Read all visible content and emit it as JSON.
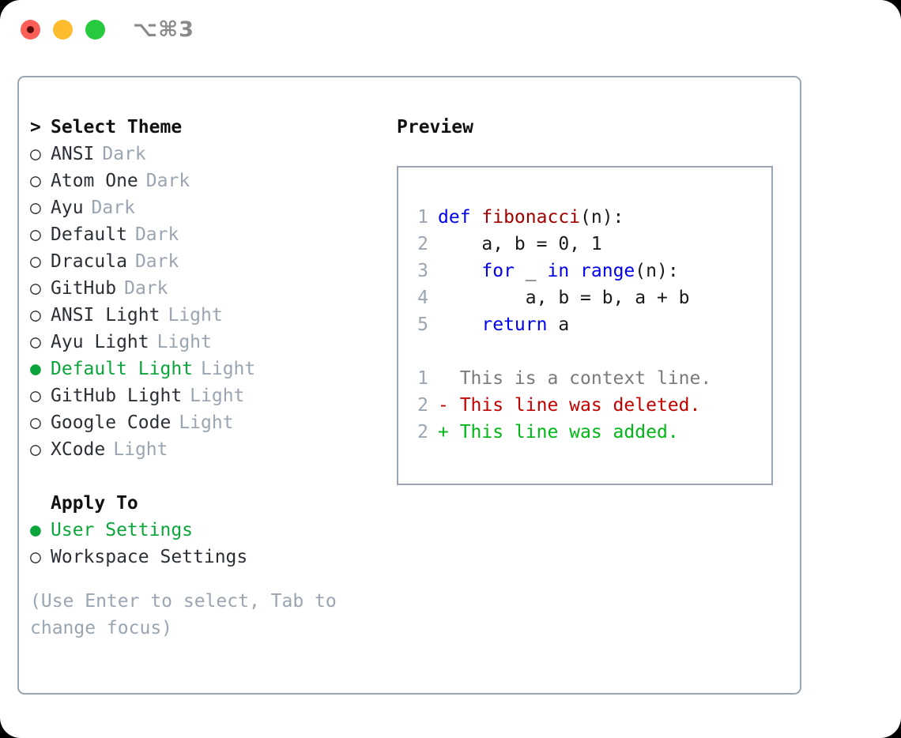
{
  "window": {
    "title": "⌥⌘3",
    "controls": [
      {
        "name": "close",
        "color": "#fb5f57"
      },
      {
        "name": "minimize",
        "color": "#fdbc2e"
      },
      {
        "name": "maximize",
        "color": "#27c93f"
      }
    ]
  },
  "theme_picker": {
    "heading": "Select Theme",
    "caret": ">",
    "bullet_unselected": "○",
    "bullet_selected": "●",
    "items": [
      {
        "label": "ANSI",
        "badge": "Dark",
        "selected": false
      },
      {
        "label": "Atom One",
        "badge": "Dark",
        "selected": false
      },
      {
        "label": "Ayu",
        "badge": "Dark",
        "selected": false
      },
      {
        "label": "Default",
        "badge": "Dark",
        "selected": false
      },
      {
        "label": "Dracula",
        "badge": "Dark",
        "selected": false
      },
      {
        "label": "GitHub",
        "badge": "Dark",
        "selected": false
      },
      {
        "label": "ANSI Light",
        "badge": "Light",
        "selected": false
      },
      {
        "label": "Ayu Light",
        "badge": "Light",
        "selected": false
      },
      {
        "label": "Default Light",
        "badge": "Light",
        "selected": true
      },
      {
        "label": "GitHub Light",
        "badge": "Light",
        "selected": false
      },
      {
        "label": "Google Code",
        "badge": "Light",
        "selected": false
      },
      {
        "label": "XCode",
        "badge": "Light",
        "selected": false
      }
    ]
  },
  "apply_to": {
    "heading": "Apply To",
    "items": [
      {
        "label": "User Settings",
        "selected": true
      },
      {
        "label": "Workspace Settings",
        "selected": false
      }
    ]
  },
  "hint": "(Use Enter to select, Tab to change focus)",
  "preview": {
    "title": "Preview",
    "code_lines": [
      {
        "no": "1",
        "tokens": [
          {
            "t": "def ",
            "c": "kw"
          },
          {
            "t": "fibonacci",
            "c": "fn"
          },
          {
            "t": "(n):",
            "c": "plain"
          }
        ]
      },
      {
        "no": "2",
        "tokens": [
          {
            "t": "    a, b = 0, 1",
            "c": "plain"
          }
        ]
      },
      {
        "no": "3",
        "tokens": [
          {
            "t": "    ",
            "c": "plain"
          },
          {
            "t": "for",
            "c": "kw"
          },
          {
            "t": " _ ",
            "c": "plain"
          },
          {
            "t": "in",
            "c": "kw"
          },
          {
            "t": " ",
            "c": "plain"
          },
          {
            "t": "range",
            "c": "kw"
          },
          {
            "t": "(n):",
            "c": "plain"
          }
        ]
      },
      {
        "no": "4",
        "tokens": [
          {
            "t": "        a, b = b, a + b",
            "c": "plain"
          }
        ]
      },
      {
        "no": "5",
        "tokens": [
          {
            "t": "    ",
            "c": "plain"
          },
          {
            "t": "return",
            "c": "kw"
          },
          {
            "t": " a",
            "c": "plain"
          }
        ]
      }
    ],
    "diff_lines": [
      {
        "no": "1",
        "tokens": [
          {
            "t": "  This is a context line.",
            "c": "ctx"
          }
        ]
      },
      {
        "no": "2",
        "tokens": [
          {
            "t": "- This line was deleted.",
            "c": "del"
          }
        ]
      },
      {
        "no": "2",
        "tokens": [
          {
            "t": "+ This line was added.",
            "c": "add"
          }
        ]
      }
    ]
  },
  "colors": {
    "accent_green": "#0ca53c",
    "border": "#9aa5b1",
    "muted": "#9aa5b1",
    "keyword": "#0000ee",
    "function": "#a00000",
    "deleted": "#c10000",
    "added": "#00b815"
  }
}
